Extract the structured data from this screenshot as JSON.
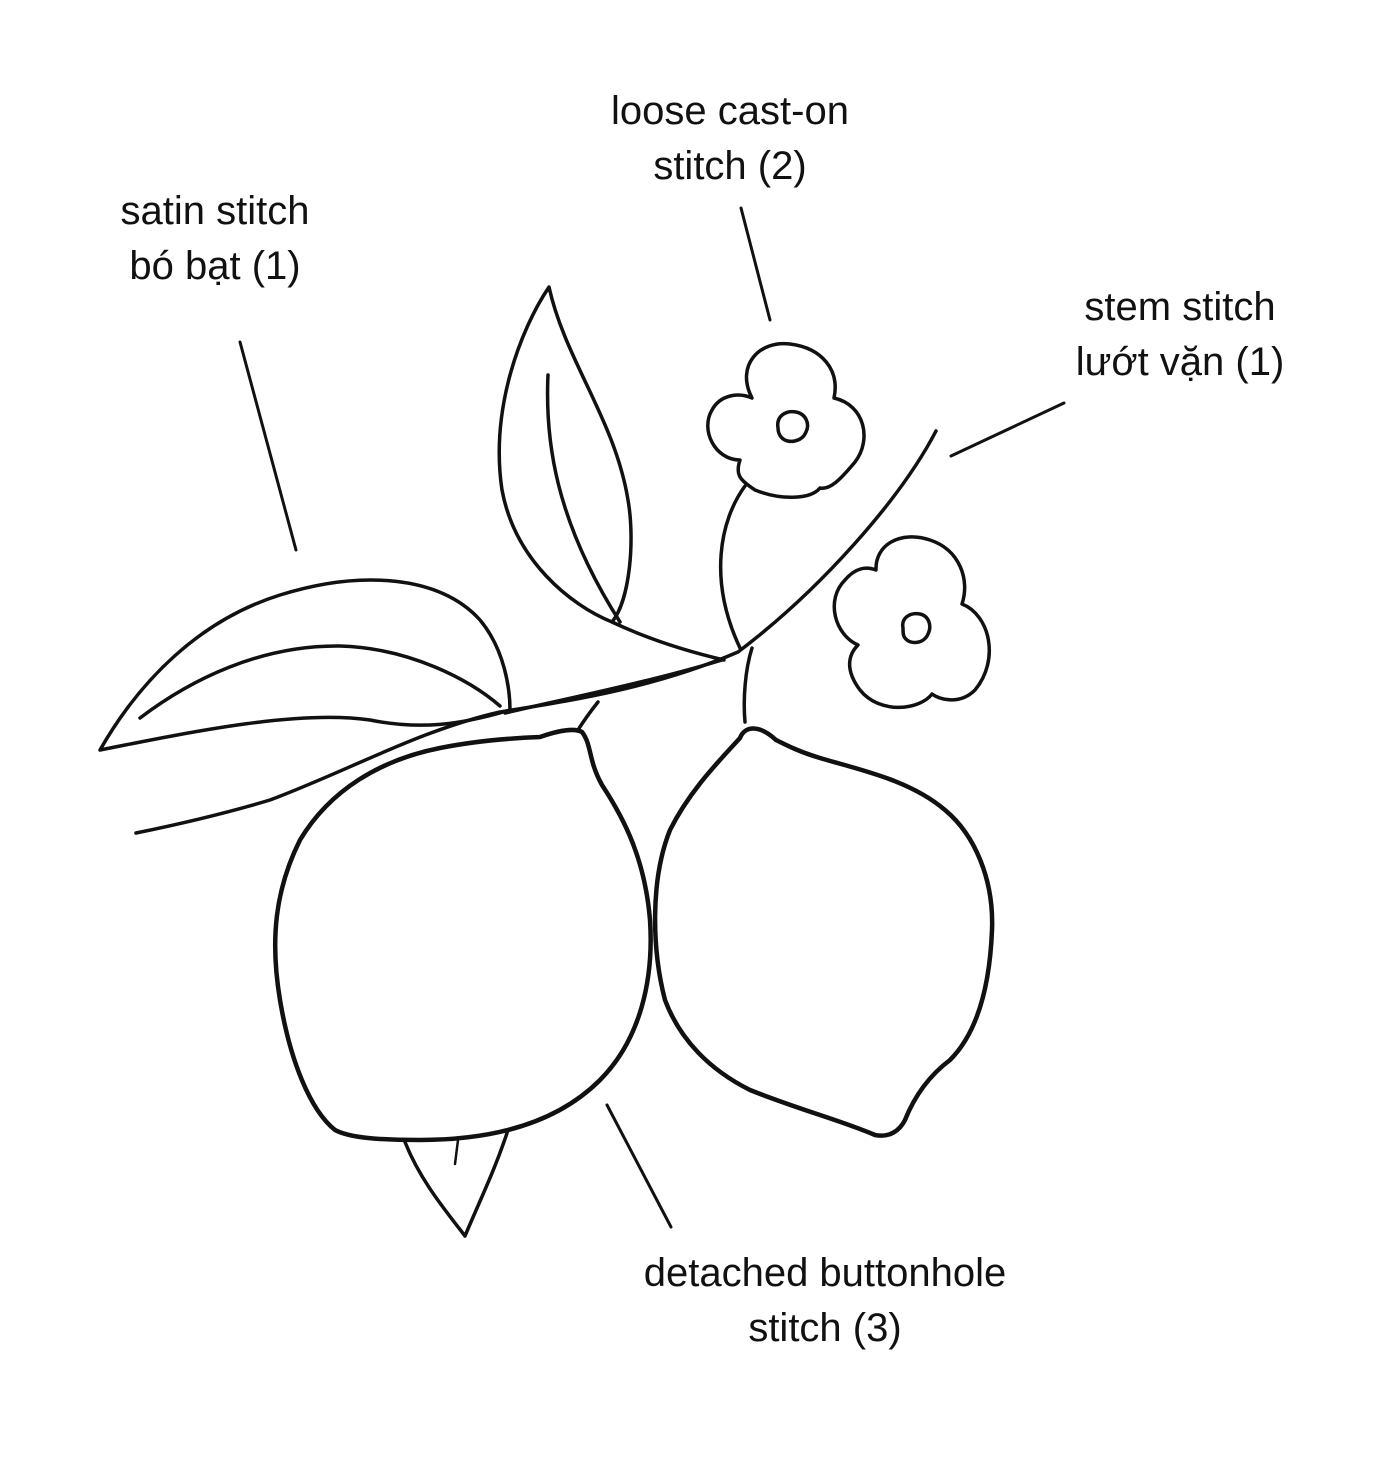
{
  "labels": {
    "satin": {
      "line1": "satin stitch",
      "line2": "bó bạt (1)"
    },
    "cast_on": {
      "line1": "loose cast-on",
      "line2": "stitch (2)"
    },
    "stem": {
      "line1": "stem stitch",
      "line2": "lướt vặn (1)"
    },
    "buttonhole": {
      "line1": "detached buttonhole",
      "line2": "stitch (3)"
    }
  },
  "colors": {
    "ink": "#111111",
    "background": "#ffffff"
  }
}
